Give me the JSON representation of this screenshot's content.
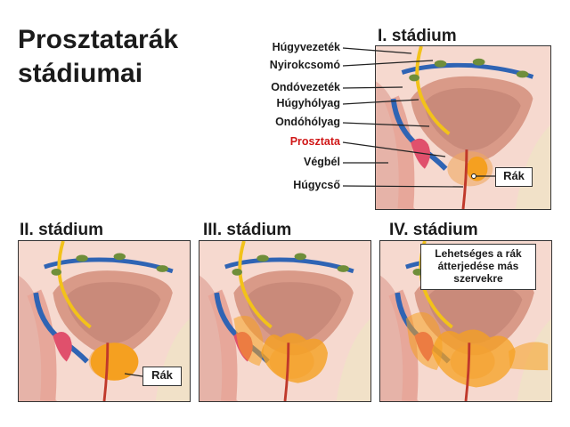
{
  "title_line1": "Prosztatarák",
  "title_line2": "stádiumai",
  "stages": [
    {
      "title": "I. stádium",
      "tumor_level": 1
    },
    {
      "title": "II. stádium",
      "tumor_level": 2
    },
    {
      "title": "III. stádium",
      "tumor_level": 3
    },
    {
      "title": "IV. stádium",
      "tumor_level": 4
    }
  ],
  "labels": {
    "ureter": "Húgyvezeték",
    "lymph_node": "Nyirokcsomó",
    "vas_deferens": "Ondóvezeték",
    "bladder": "Húgyhólyag",
    "seminal_vesicle": "Ondóhólyag",
    "prostate": "Prosztata",
    "rectum": "Végbél",
    "urethra": "Húgycső"
  },
  "callouts": {
    "stage1_cancer": "Rák",
    "stage2_cancer": "Rák",
    "stage4_note": "Lehetséges a rák átterjedése más szervekre"
  },
  "colors": {
    "prostate_label": "#d01818",
    "tissue": "#f3c9bd",
    "bladder": "#c98a7a",
    "tumor": "#f5a020",
    "ureter": "#f2c21a",
    "vessel": "#2f64b4",
    "lymph": "#6f8e3a",
    "vesicle": "#e0506c"
  }
}
